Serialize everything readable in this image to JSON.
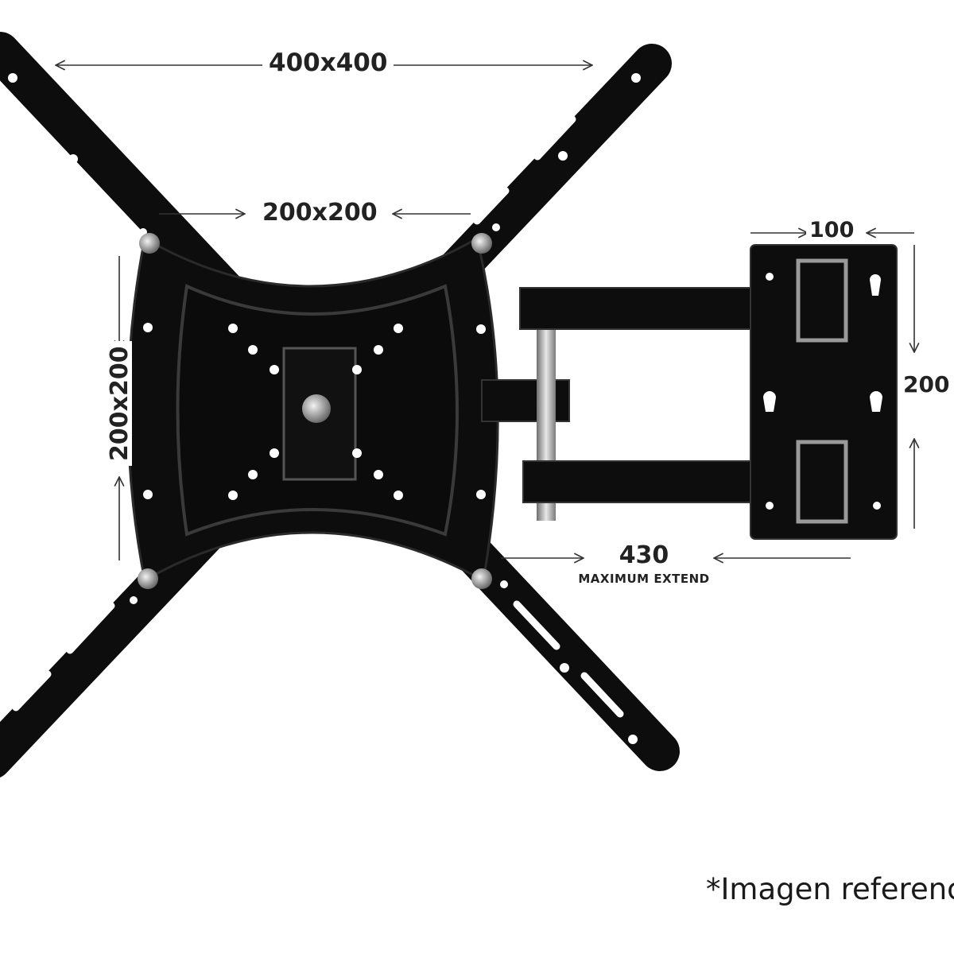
{
  "dimensions": {
    "vesa_max": "400x400",
    "vesa_mid_horizontal": "200x200",
    "vesa_mid_vertical": "200x200",
    "wall_plate_width": "100",
    "wall_plate_height": "200",
    "extension": "430",
    "extension_caption": "MAXIMUM EXTEND"
  },
  "caption": "*Imagen referenc",
  "colors": {
    "metal": "#0d0d0d",
    "edge": "#2a2a2a",
    "hole": "#ffffff",
    "steel": "#b9b9b9"
  }
}
